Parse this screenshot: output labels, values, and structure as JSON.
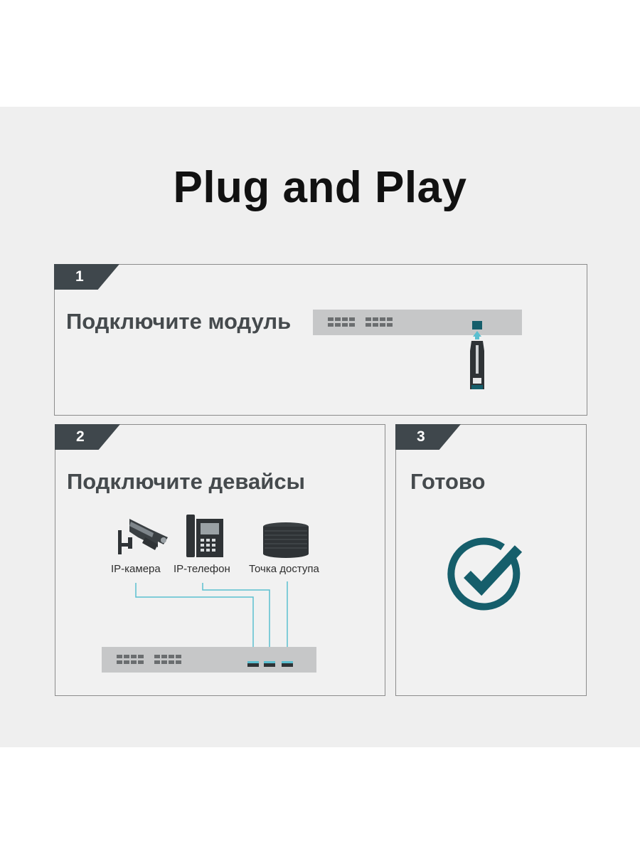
{
  "title": "Plug and Play",
  "steps": [
    {
      "number": "1",
      "label": "Подключите модуль"
    },
    {
      "number": "2",
      "label": "Подключите девайсы"
    },
    {
      "number": "3",
      "label": "Готово"
    }
  ],
  "devices": [
    {
      "label": "IP-камера",
      "icon": "ip-camera-icon"
    },
    {
      "label": "IP-телефон",
      "icon": "ip-phone-icon"
    },
    {
      "label": "Точка доступа",
      "icon": "access-point-icon"
    }
  ],
  "colors": {
    "tab": "#3f474c",
    "accent": "#155e6b",
    "cable": "#5bbfd0",
    "switch": "#c6c7c8"
  }
}
